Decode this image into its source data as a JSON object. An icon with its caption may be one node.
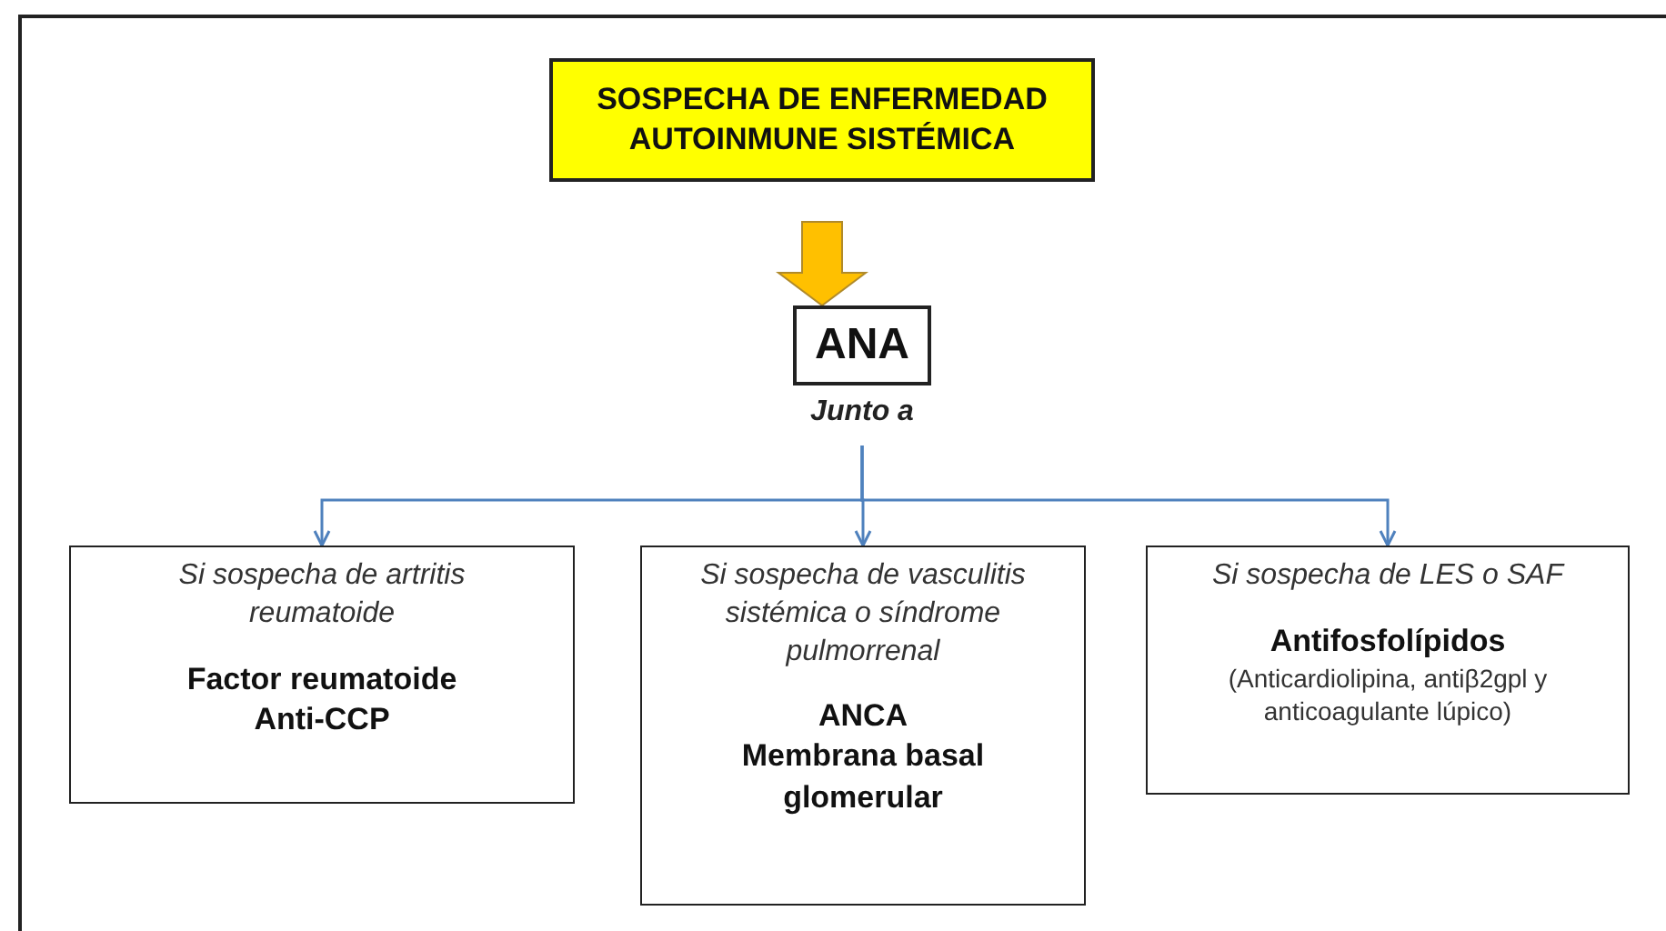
{
  "diagram": {
    "nodes": [
      {
        "text": [
          "SOSPECHA DE ENFERMEDAD AUTOINMUNE SISTÉMICA"
        ]
      },
      {
        "text": [
          "ANA"
        ],
        "beside": [
          "Junto a"
        ]
      },
      {
        "text": [
          "Si sospecha de artritis reumatoide",
          "Factor reumatoide",
          "Anti-CCP"
        ]
      },
      {
        "text": [
          "Si sospecha de vasculitis sistémica o síndrome pulmorrenal",
          "ANCA",
          "Membrana basal glomerular"
        ]
      },
      {
        "text": [
          "Si sospecha de LES o SAF",
          "Antifosfolípidos",
          "(Anticardiolipina, antiβ2gpl y anticoagulante lúpico)"
        ]
      }
    ],
    "edges": [
      {
        "from": 0,
        "to": 1,
        "arrow": "to",
        "style": "thick",
        "color": "#ffc000"
      },
      {
        "from": 1,
        "to": 2,
        "arrow": "to"
      },
      {
        "from": 1,
        "to": 3,
        "arrow": "to"
      },
      {
        "from": 1,
        "to": 4,
        "arrow": "to"
      }
    ]
  }
}
